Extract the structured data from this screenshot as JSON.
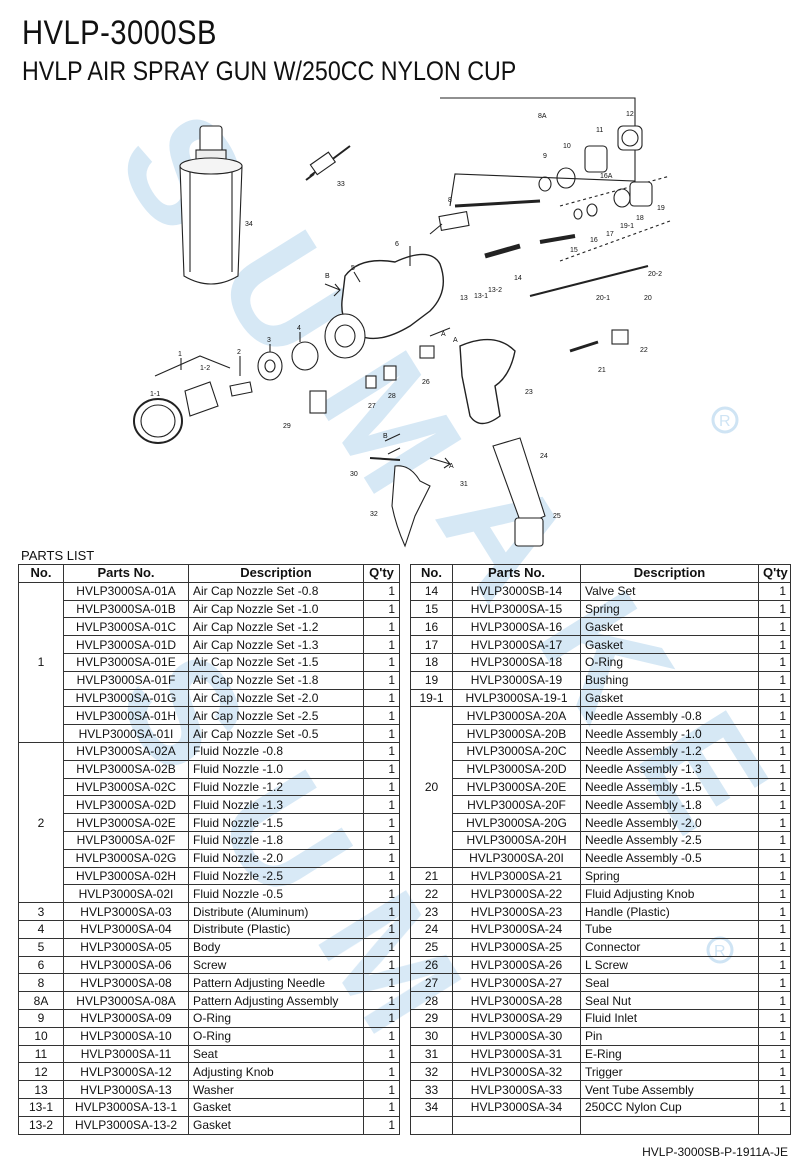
{
  "header": {
    "title": "HVLP-3000SB",
    "subtitle": "HVLP AIR SPRAY GUN W/250CC NYLON CUP"
  },
  "diagram": {
    "callouts": [
      "1",
      "1-1",
      "1-2",
      "2",
      "3",
      "4",
      "5",
      "6",
      "8",
      "8A",
      "9",
      "10",
      "11",
      "12",
      "13",
      "13-1",
      "13-2",
      "14",
      "15",
      "16",
      "16A",
      "17",
      "18",
      "19",
      "19-1",
      "20",
      "20-1",
      "20-2",
      "21",
      "22",
      "23",
      "24",
      "25",
      "26",
      "27",
      "28",
      "29",
      "30",
      "31",
      "32",
      "33",
      "34",
      "A",
      "B",
      "B",
      "A",
      "A"
    ]
  },
  "watermark": {
    "text": "SUMAKE",
    "symbol": "®"
  },
  "parts_list": {
    "caption": "PARTS LIST",
    "headers": [
      "No.",
      "Parts No.",
      "Description",
      "Q'ty"
    ],
    "left": [
      [
        "1",
        "HVLP3000SA-01A",
        "Air Cap Nozzle Set -0.8",
        "1"
      ],
      [
        "",
        "HVLP3000SA-01B",
        "Air Cap Nozzle Set -1.0",
        "1"
      ],
      [
        "",
        "HVLP3000SA-01C",
        "Air Cap Nozzle Set -1.2",
        "1"
      ],
      [
        "",
        "HVLP3000SA-01D",
        "Air Cap Nozzle Set -1.3",
        "1"
      ],
      [
        "",
        "HVLP3000SA-01E",
        "Air Cap Nozzle Set -1.5",
        "1"
      ],
      [
        "",
        "HVLP3000SA-01F",
        "Air Cap Nozzle Set -1.8",
        "1"
      ],
      [
        "",
        "HVLP3000SA-01G",
        "Air Cap Nozzle Set -2.0",
        "1"
      ],
      [
        "",
        "HVLP3000SA-01H",
        "Air Cap Nozzle Set -2.5",
        "1"
      ],
      [
        "",
        "HVLP3000SA-01I",
        "Air Cap Nozzle Set -0.5",
        "1"
      ],
      [
        "2",
        "HVLP3000SA-02A",
        "Fluid Nozzle -0.8",
        "1"
      ],
      [
        "",
        "HVLP3000SA-02B",
        "Fluid Nozzle -1.0",
        "1"
      ],
      [
        "",
        "HVLP3000SA-02C",
        "Fluid Nozzle -1.2",
        "1"
      ],
      [
        "",
        "HVLP3000SA-02D",
        "Fluid Nozzle -1.3",
        "1"
      ],
      [
        "",
        "HVLP3000SA-02E",
        "Fluid Nozzle -1.5",
        "1"
      ],
      [
        "",
        "HVLP3000SA-02F",
        "Fluid Nozzle -1.8",
        "1"
      ],
      [
        "",
        "HVLP3000SA-02G",
        "Fluid Nozzle -2.0",
        "1"
      ],
      [
        "",
        "HVLP3000SA-02H",
        "Fluid Nozzle -2.5",
        "1"
      ],
      [
        "",
        "HVLP3000SA-02I",
        "Fluid Nozzle -0.5",
        "1"
      ],
      [
        "3",
        "HVLP3000SA-03",
        "Distribute (Aluminum)",
        "1"
      ],
      [
        "4",
        "HVLP3000SA-04",
        "Distribute (Plastic)",
        "1"
      ],
      [
        "5",
        "HVLP3000SA-05",
        "Body",
        "1"
      ],
      [
        "6",
        "HVLP3000SA-06",
        "Screw",
        "1"
      ],
      [
        "8",
        "HVLP3000SA-08",
        "Pattern Adjusting Needle",
        "1"
      ],
      [
        "8A",
        "HVLP3000SA-08A",
        "Pattern Adjusting Assembly",
        "1"
      ],
      [
        "9",
        "HVLP3000SA-09",
        "O-Ring",
        "1"
      ],
      [
        "10",
        "HVLP3000SA-10",
        "O-Ring",
        "1"
      ],
      [
        "11",
        "HVLP3000SA-11",
        "Seat",
        "1"
      ],
      [
        "12",
        "HVLP3000SA-12",
        "Adjusting Knob",
        "1"
      ],
      [
        "13",
        "HVLP3000SA-13",
        "Washer",
        "1"
      ],
      [
        "13-1",
        "HVLP3000SA-13-1",
        "Gasket",
        "1"
      ],
      [
        "13-2",
        "HVLP3000SA-13-2",
        "Gasket",
        "1"
      ]
    ],
    "right": [
      [
        "14",
        "HVLP3000SB-14",
        "Valve Set",
        "1"
      ],
      [
        "15",
        "HVLP3000SA-15",
        "Spring",
        "1"
      ],
      [
        "16",
        "HVLP3000SA-16",
        "Gasket",
        "1"
      ],
      [
        "17",
        "HVLP3000SA-17",
        "Gasket",
        "1"
      ],
      [
        "18",
        "HVLP3000SA-18",
        "O-Ring",
        "1"
      ],
      [
        "19",
        "HVLP3000SA-19",
        "Bushing",
        "1"
      ],
      [
        "19-1",
        "HVLP3000SA-19-1",
        "Gasket",
        "1"
      ],
      [
        "20",
        "HVLP3000SA-20A",
        "Needle Assembly -0.8",
        "1"
      ],
      [
        "",
        "HVLP3000SA-20B",
        "Needle Assembly -1.0",
        "1"
      ],
      [
        "",
        "HVLP3000SA-20C",
        "Needle Assembly -1.2",
        "1"
      ],
      [
        "",
        "HVLP3000SA-20D",
        "Needle Assembly -1.3",
        "1"
      ],
      [
        "",
        "HVLP3000SA-20E",
        "Needle Assembly -1.5",
        "1"
      ],
      [
        "",
        "HVLP3000SA-20F",
        "Needle Assembly -1.8",
        "1"
      ],
      [
        "",
        "HVLP3000SA-20G",
        "Needle Assembly -2.0",
        "1"
      ],
      [
        "",
        "HVLP3000SA-20H",
        "Needle Assembly -2.5",
        "1"
      ],
      [
        "",
        "HVLP3000SA-20I",
        "Needle Assembly -0.5",
        "1"
      ],
      [
        "21",
        "HVLP3000SA-21",
        "Spring",
        "1"
      ],
      [
        "22",
        "HVLP3000SA-22",
        "Fluid Adjusting Knob",
        "1"
      ],
      [
        "23",
        "HVLP3000SA-23",
        "Handle (Plastic)",
        "1"
      ],
      [
        "24",
        "HVLP3000SA-24",
        "Tube",
        "1"
      ],
      [
        "25",
        "HVLP3000SA-25",
        "Connector",
        "1"
      ],
      [
        "26",
        "HVLP3000SA-26",
        "L Screw",
        "1"
      ],
      [
        "27",
        "HVLP3000SA-27",
        "Seal",
        "1"
      ],
      [
        "28",
        "HVLP3000SA-28",
        "Seal Nut",
        "1"
      ],
      [
        "29",
        "HVLP3000SA-29",
        "Fluid Inlet",
        "1"
      ],
      [
        "30",
        "HVLP3000SA-30",
        "Pin",
        "1"
      ],
      [
        "31",
        "HVLP3000SA-31",
        "E-Ring",
        "1"
      ],
      [
        "32",
        "HVLP3000SA-32",
        "Trigger",
        "1"
      ],
      [
        "33",
        "HVLP3000SA-33",
        "Vent Tube Assembly",
        "1"
      ],
      [
        "34",
        "HVLP3000SA-34",
        "250CC Nylon Cup",
        "1"
      ],
      [
        "",
        "",
        "",
        ""
      ]
    ]
  },
  "footer": {
    "doc_code": "HVLP-3000SB-P-1911A-JE"
  }
}
